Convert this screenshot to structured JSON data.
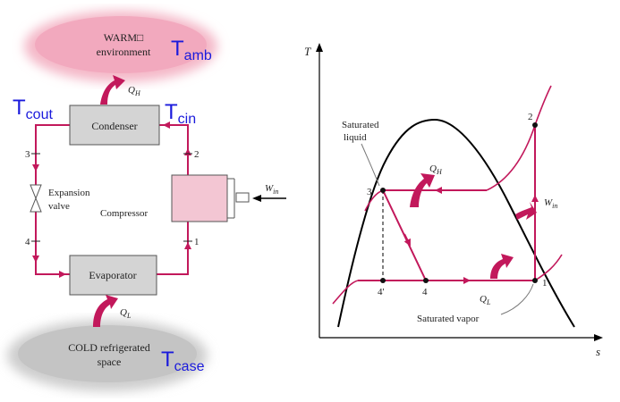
{
  "cycle": {
    "warm": {
      "line1": "WARM□",
      "line2": "environment"
    },
    "cold": {
      "line1": "COLD refrigerated",
      "line2": "space"
    },
    "condenser": "Condenser",
    "evaporator": "Evaporator",
    "compressor": "Compressor",
    "expansion_valve": {
      "line1": "Expansion",
      "line2": "valve"
    },
    "qh": {
      "main": "Q",
      "sub": "H"
    },
    "ql": {
      "main": "Q",
      "sub": "L"
    },
    "win": {
      "main": "W",
      "sub": "in"
    },
    "states": {
      "s1": "1",
      "s2": "2",
      "s3": "3",
      "s4": "4"
    }
  },
  "annotations": {
    "tamb": {
      "main": "T",
      "sub": "amb"
    },
    "tcout": {
      "main": "T",
      "sub": "cout"
    },
    "tcin": {
      "main": "T",
      "sub": "cin"
    },
    "tcase": {
      "main": "T",
      "sub": "case"
    },
    "color": "#1a1adc"
  },
  "ts_diagram": {
    "t_axis": "T",
    "s_axis": "s",
    "saturated_liquid": {
      "line1": "Saturated",
      "line2": "liquid"
    },
    "saturated_vapor": "Saturated vapor",
    "qh": {
      "main": "Q",
      "sub": "H"
    },
    "ql": {
      "main": "Q",
      "sub": "L"
    },
    "win": {
      "main": "W",
      "sub": "in"
    },
    "points": {
      "p1": "1",
      "p2": "2",
      "p3": "3",
      "p4": "4",
      "p4p": "4'"
    }
  },
  "colors": {
    "line": "#c2185b",
    "box_fill": "#d4d4d4",
    "compressor_fill": "#f3c6d3",
    "warm_cloud": "#f4b8c8",
    "cold_cloud": "#c8c8c8"
  }
}
